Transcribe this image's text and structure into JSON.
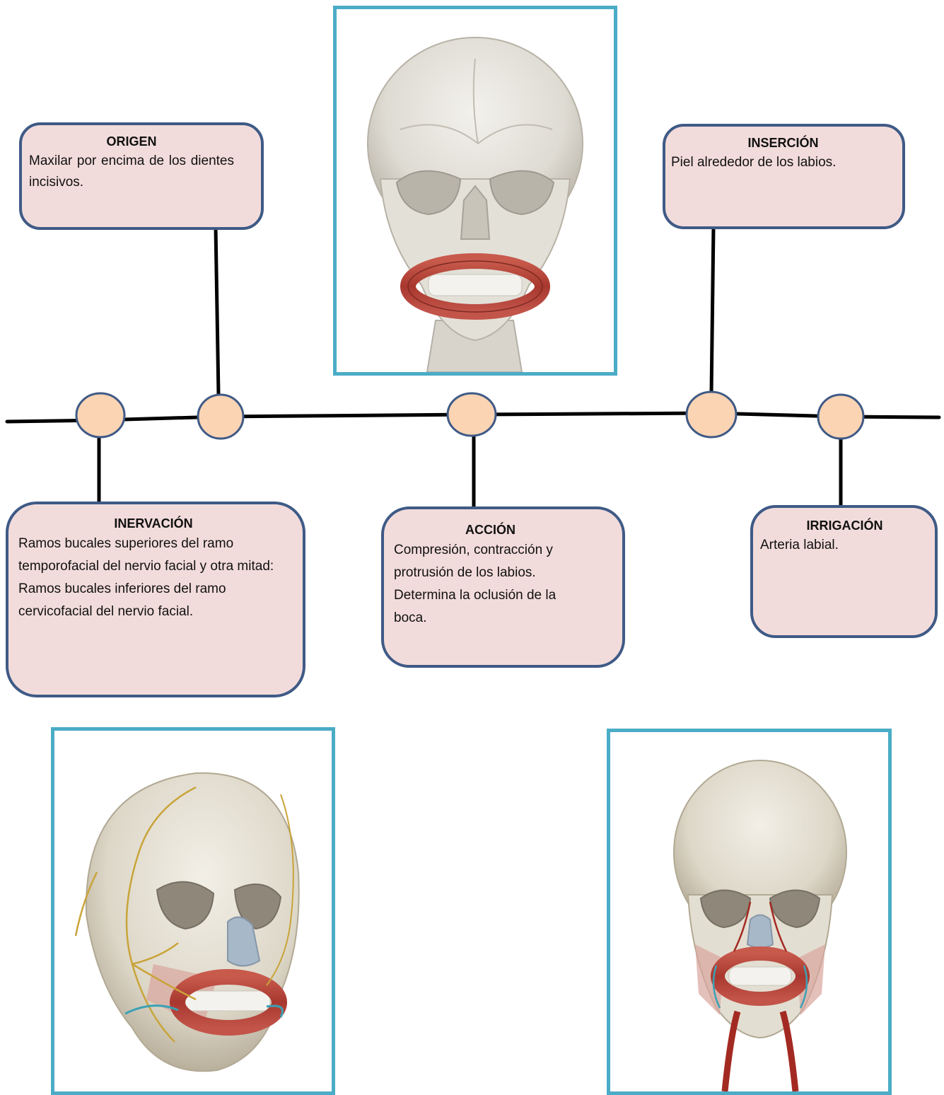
{
  "colors": {
    "box_fill": "#f2dcdb",
    "box_border": "#3f5a86",
    "node_fill": "#fbd4b4",
    "node_border": "#3f5a86",
    "frame_border": "#4bacc6",
    "line": "#000000",
    "muscle": "#b7473b"
  },
  "boxes": {
    "origen": {
      "title": "ORIGEN",
      "text": "Maxilar por encima de los dientes incisivos."
    },
    "insercion": {
      "title": "INSERCIÓN",
      "text": "Piel alrededor de los labios."
    },
    "inervacion": {
      "title": "INERVACIÓN",
      "text": "Ramos bucales superiores del ramo temporofacial del nervio facial y otra mitad: Ramos bucales inferiores del ramo cervicofacial del nervio facial."
    },
    "accion": {
      "title": "ACCIÓN",
      "text": "Compresión, contracción y protrusión de los labios. Determina la oclusión de la boca."
    },
    "irrigacion": {
      "title": "IRRIGACIÓN",
      "text": "Arteria labial."
    }
  },
  "images": {
    "top": "skull-front-muscle",
    "bottom_left": "skull-nerves-muscle",
    "bottom_right": "skull-arteries-muscle"
  }
}
